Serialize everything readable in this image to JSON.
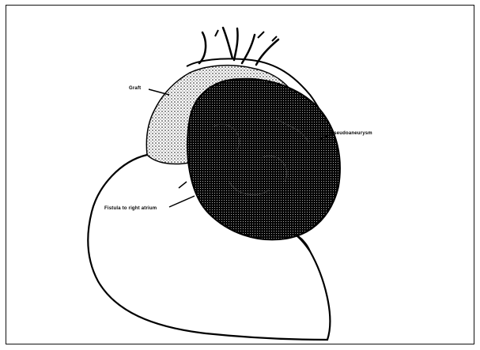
{
  "figure": {
    "labels": {
      "graft": "Graft",
      "pseudoaneurysm": "Pseudoaneurysm",
      "fistula": "Fistula to right atrium"
    }
  }
}
